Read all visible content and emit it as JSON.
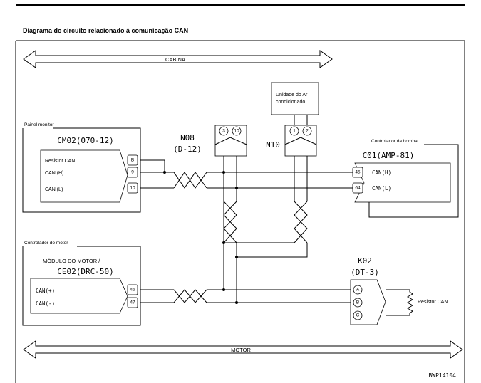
{
  "title": "Diagrama do circuito relacionado à comunicação CAN",
  "cabina_label": "CABINA",
  "motor_label": "MOTOR",
  "painel": {
    "section_label": "Painel monitor",
    "connector": "CM02(070-12)",
    "rows": [
      "Resistor CAN",
      "CAN (H)",
      "CAN (L)"
    ],
    "pins": [
      "B",
      "9",
      "10"
    ]
  },
  "n08": {
    "name": "N08",
    "code": "(D-12)",
    "pins": [
      "3",
      "10"
    ]
  },
  "n10": {
    "name": "N10",
    "pins": [
      "1",
      "2"
    ]
  },
  "ar_unit": {
    "line1": "Unidade do Ar",
    "line2": "condicionado"
  },
  "bomba": {
    "section_label": "Controlador da bomba",
    "connector": "C01(AMP-81)",
    "pins": [
      "45",
      "64"
    ],
    "rows": [
      "CAN(H)",
      "CAN(L)"
    ]
  },
  "motor_ctrl": {
    "section_label": "Controlador do motor",
    "module": "MÓDULO DO MOTOR /",
    "connector": "CE02(DRC-50)",
    "rows": [
      "CAN(+)",
      "CAN(-)"
    ],
    "pins": [
      "46",
      "47"
    ]
  },
  "k02": {
    "name": "K02",
    "code": "(DT-3)",
    "pins": [
      "A",
      "B",
      "C"
    ],
    "resistor_label": "Resistor CAN"
  },
  "figure_code": "BWP14104"
}
